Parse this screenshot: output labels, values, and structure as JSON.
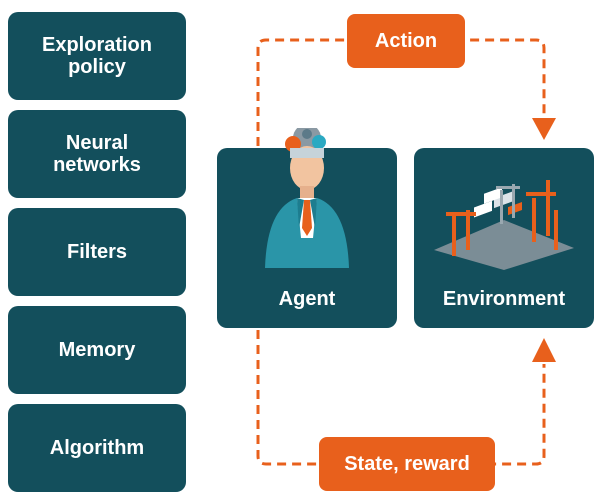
{
  "categories": [
    {
      "lines": [
        "Exploration",
        "policy"
      ]
    },
    {
      "lines": [
        "Neural",
        "networks"
      ]
    },
    {
      "lines": [
        "Filters"
      ]
    },
    {
      "lines": [
        "Memory"
      ]
    },
    {
      "lines": [
        "Algorithm"
      ]
    }
  ],
  "agent": {
    "label": "Agent",
    "icon": "businessman-with-gears-icon"
  },
  "environment": {
    "label": "Environment",
    "icon": "container-port-icon"
  },
  "action": {
    "label": "Action"
  },
  "feedback": {
    "label": "State, reward"
  },
  "colors": {
    "box": "#134f5c",
    "accent": "#e8601c",
    "text": "#ffffff",
    "background": "#ffffff"
  }
}
